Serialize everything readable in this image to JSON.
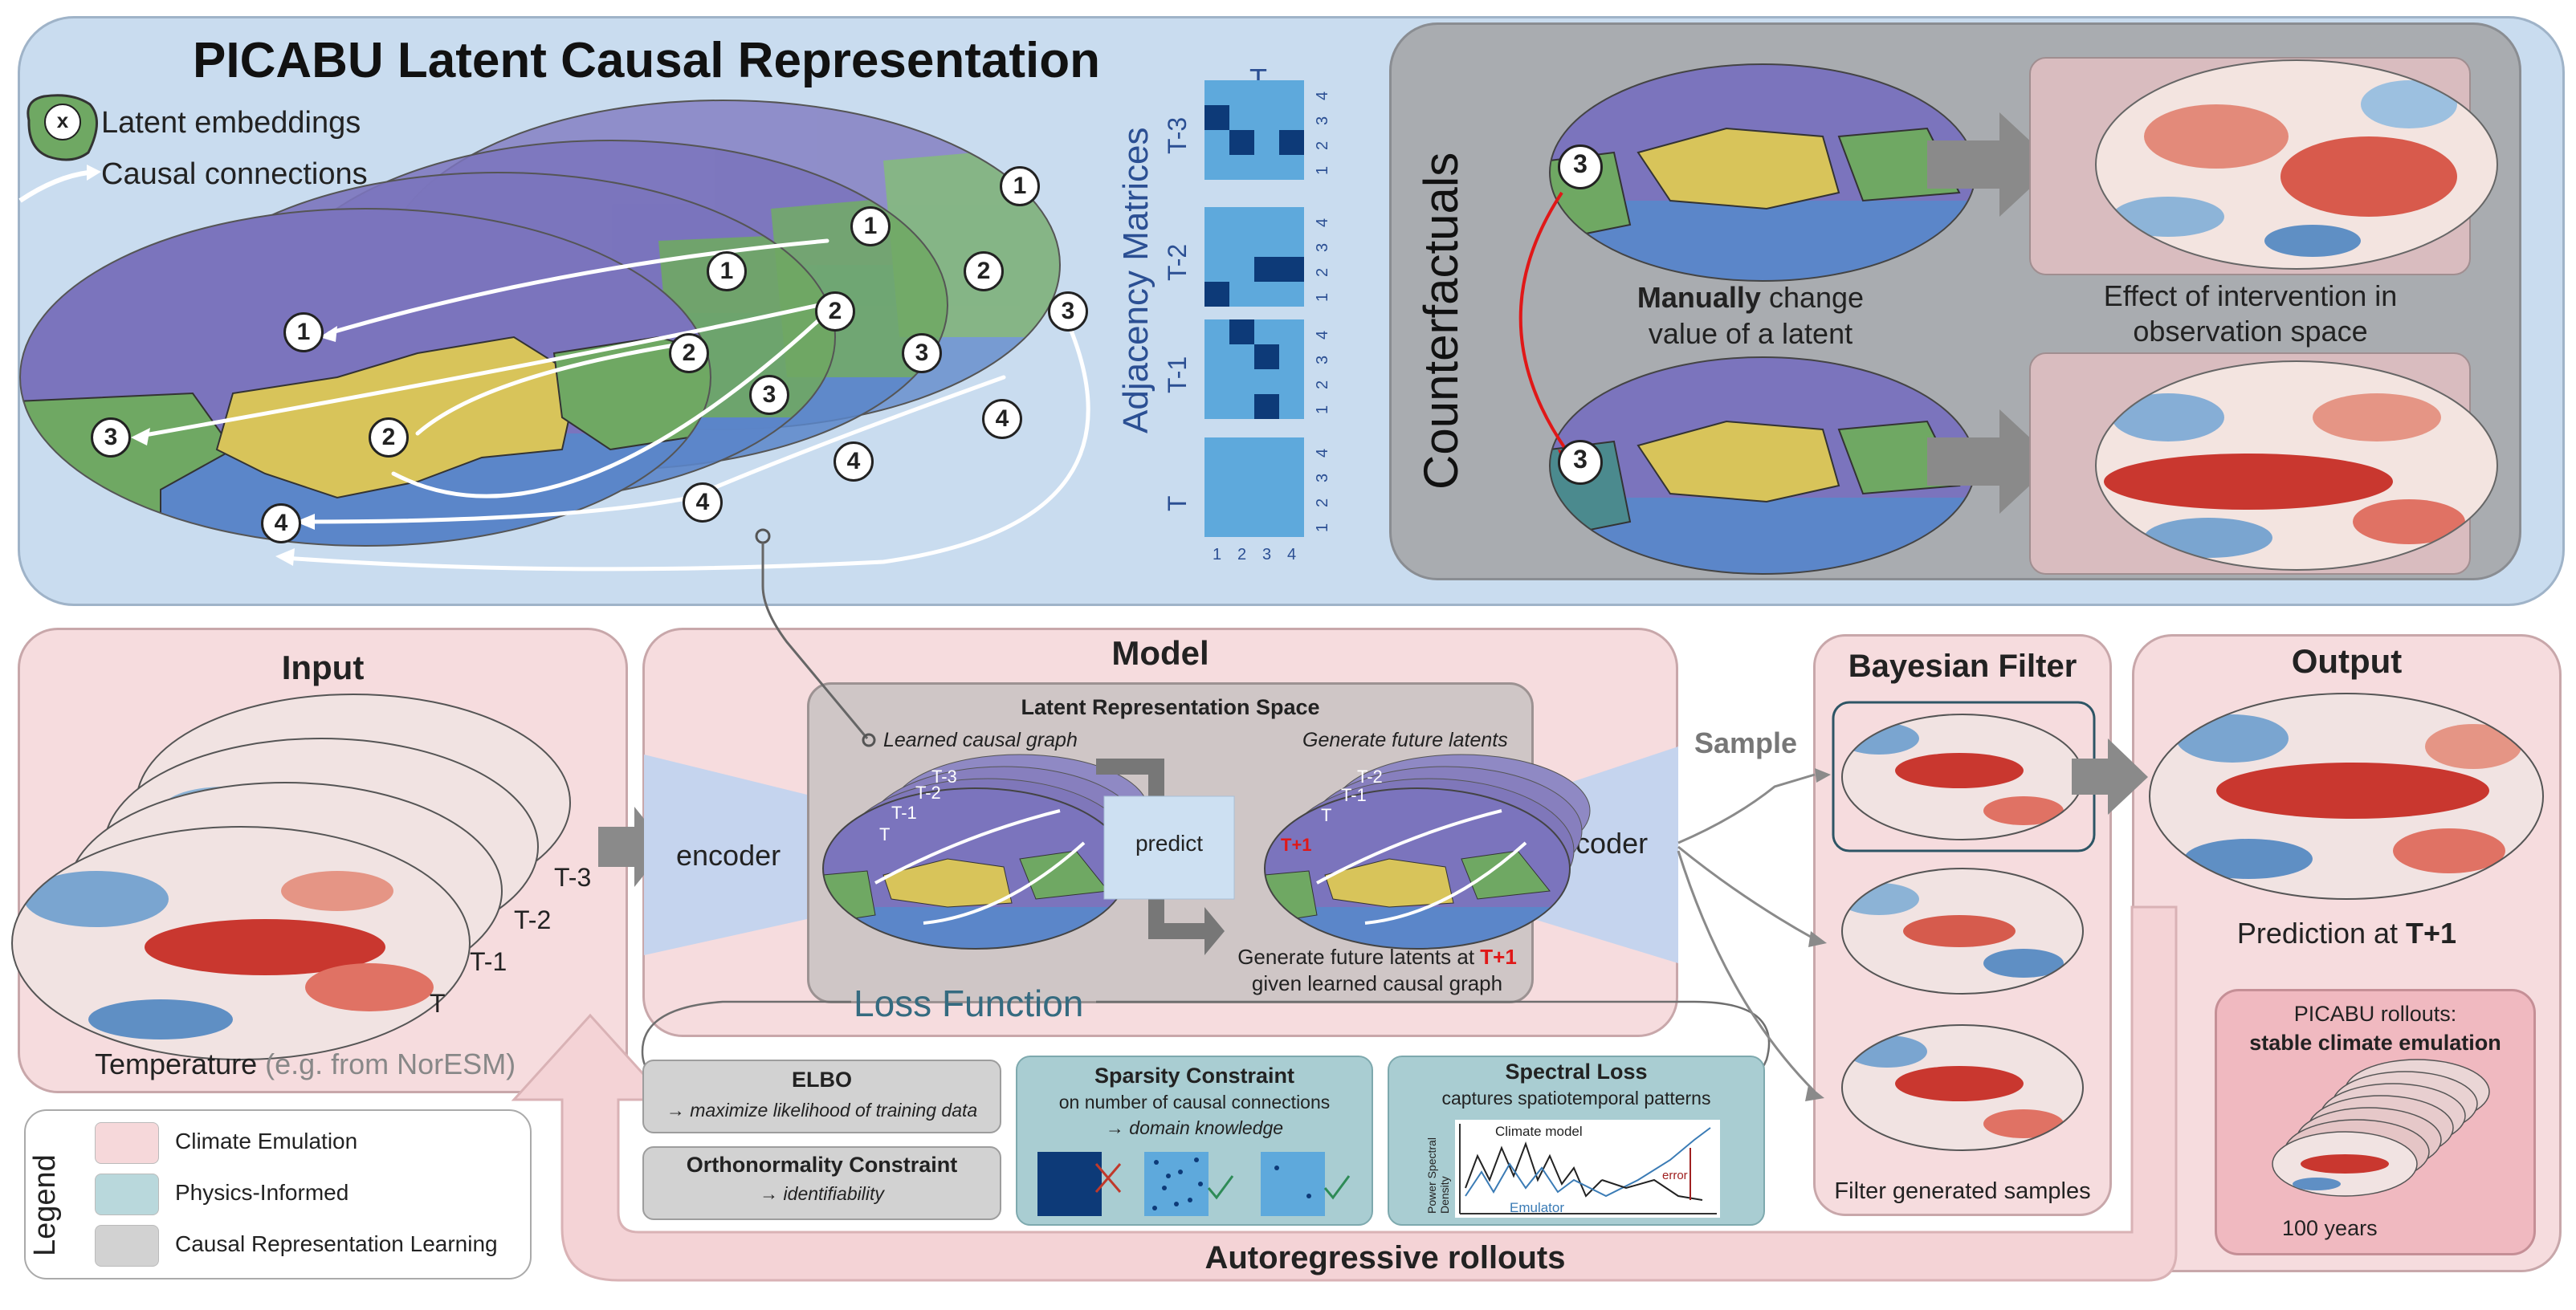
{
  "top": {
    "title": "PICABU Latent Causal Representation",
    "key_latent": "Latent embeddings",
    "key_latent_symbol": "x",
    "key_causal": "Causal connections",
    "adjacency_title": "Adjacency Matrices",
    "adjacency_top_label": "T",
    "adjacency_rows": [
      "T-3",
      "T-2",
      "T-1",
      "T"
    ],
    "adjacency_index": [
      "1",
      "2",
      "3",
      "4"
    ],
    "adjacency_matrices": [
      [
        [
          0,
          0,
          0,
          0
        ],
        [
          1,
          0,
          0,
          0
        ],
        [
          0,
          1,
          0,
          1
        ],
        [
          0,
          0,
          0,
          0
        ]
      ],
      [
        [
          0,
          0,
          0,
          0
        ],
        [
          0,
          0,
          0,
          0
        ],
        [
          0,
          0,
          1,
          1
        ],
        [
          1,
          0,
          0,
          0
        ]
      ],
      [
        [
          0,
          1,
          0,
          0
        ],
        [
          0,
          0,
          1,
          0
        ],
        [
          0,
          0,
          0,
          0
        ],
        [
          0,
          0,
          1,
          0
        ]
      ],
      [
        [
          0,
          0,
          0,
          0
        ],
        [
          0,
          0,
          0,
          0
        ],
        [
          0,
          0,
          0,
          0
        ],
        [
          0,
          0,
          0,
          0
        ]
      ]
    ],
    "latent_labels": [
      "1",
      "2",
      "3",
      "4"
    ],
    "counterfactuals": {
      "title": "Counterfactuals",
      "latent": "3",
      "manual_bold": "Manually",
      "manual_rest": "change",
      "manual_line2": "value of a latent",
      "effect_line1": "Effect of intervention in",
      "effect_line2": "observation space"
    }
  },
  "input": {
    "title": "Input",
    "stack_labels": [
      "T-3",
      "T-2",
      "T-1",
      "T"
    ],
    "caption_main": "Temperature",
    "caption_note": "(e.g. from NorESM)"
  },
  "model": {
    "title": "Model",
    "encoder": "encoder",
    "decoder": "decoder",
    "latent_space_title": "Latent Representation Space",
    "learned_graph": "Learned causal graph",
    "generate_future": "Generate future latents",
    "predict": "predict",
    "generate_caption_pre": "Generate future latents at",
    "generate_caption_t": "T+1",
    "generate_caption_line2": "given learned causal graph",
    "left_stack": [
      "T-3",
      "T-2",
      "T-1",
      "T"
    ],
    "right_stack": [
      "T-2",
      "T-1",
      "T",
      "T+1"
    ],
    "loss_function": "Loss Function"
  },
  "loss": {
    "elbo_title": "ELBO",
    "elbo_sub": "→ maximize likelihood of training data",
    "ortho_title": "Orthonormality Constraint",
    "ortho_sub": "→ identifiability",
    "sparsity_title": "Sparsity Constraint",
    "sparsity_sub1": "on number of causal connections",
    "sparsity_sub2": "→ domain knowledge",
    "spectral_title": "Spectral Loss",
    "spectral_sub": "captures spatiotemporal patterns",
    "spectral_ylabel": "Power Spectral Density",
    "spectral_climate": "Climate model",
    "spectral_emulator": "Emulator",
    "spectral_error": "error"
  },
  "bayes": {
    "sample": "Sample",
    "title": "Bayesian Filter",
    "caption": "Filter generated samples"
  },
  "output": {
    "title": "Output",
    "prediction_pre": "Prediction at",
    "prediction_t": "T+1",
    "rollouts_line1": "PICABU rollouts:",
    "rollouts_line2": "stable climate emulation",
    "years": "100 years"
  },
  "autoregressive": "Autoregressive rollouts",
  "legend": {
    "title": "Legend",
    "items": [
      {
        "label": "Climate Emulation",
        "color": "#f6d8da"
      },
      {
        "label": "Physics-Informed",
        "color": "#b9d8dc"
      },
      {
        "label": "Causal Representation Learning",
        "color": "#d2d2d2"
      }
    ]
  },
  "colors": {
    "top_bg": "#c9dcef",
    "emulation": "#f6dcde",
    "causal": "#cfc6c6",
    "physics": "#a9cdd2",
    "latent_purple": "#7b74bd",
    "latent_yellow": "#d8c45a",
    "latent_green": "#6fa863",
    "latent_blue": "#5b86c9",
    "adj_on": "#0d3a78",
    "adj_off": "#5ea9dc"
  }
}
